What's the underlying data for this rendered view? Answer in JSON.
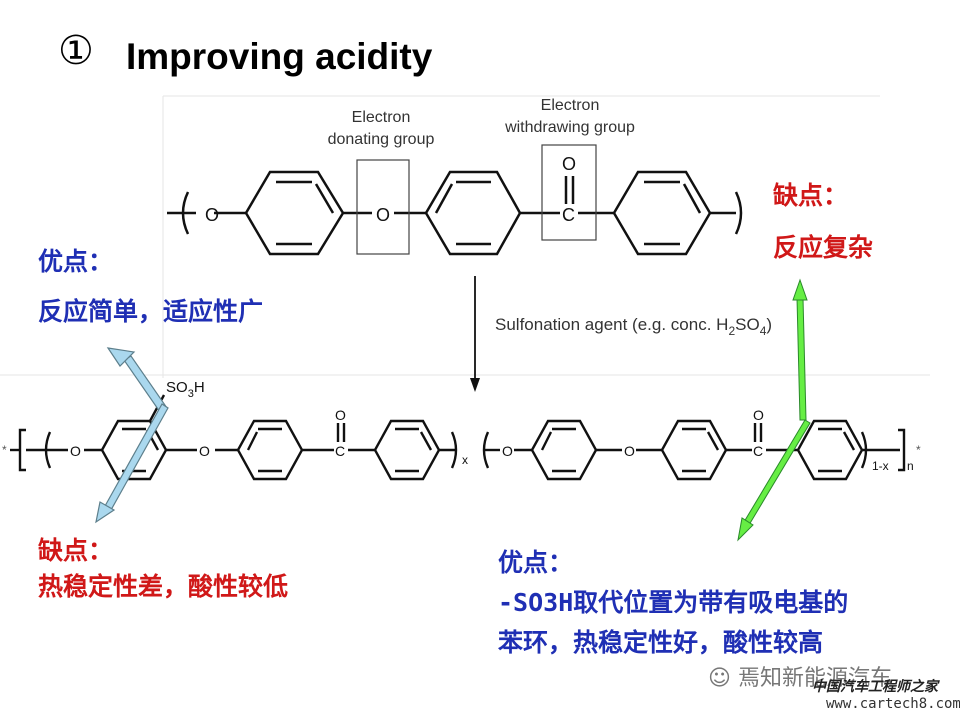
{
  "title": {
    "number": "①",
    "text": "Improving acidity"
  },
  "diagram": {
    "labels": {
      "edg": "Electron",
      "edg2": "donating group",
      "ewg": "Electron",
      "ewg2": "withdrawing group",
      "sulfonation": "Sulfonation agent (e.g. conc. H",
      "so4": "SO",
      "sub2": "2",
      "sub4": "4",
      "close_paren": ")",
      "so3h": "SO",
      "sub3": "3",
      "h": "H",
      "x_sub": "x",
      "onex_sub": "1-x",
      "n_sub": "n",
      "O": "O",
      "C": "C",
      "star": "*"
    }
  },
  "annotations": {
    "adv_left_title": "优点：",
    "adv_left_text": "反应简单，适应性广",
    "dis_right_title": "缺点：",
    "dis_right_text": "反应复杂",
    "dis_left_title": "缺点：",
    "dis_left_text": "热稳定性差，酸性较低",
    "adv_right_title": "优点：",
    "adv_right_line1": "-SO3H取代位置为带有吸电基的",
    "adv_right_line2": "苯环，热稳定性好，酸性较高"
  },
  "watermark": {
    "brand": "焉知新能源汽车",
    "org": "中国汽车工程师之家",
    "site": "www.cartech8.com"
  },
  "colors": {
    "blue": "#1f2fb4",
    "red": "#d01818",
    "green_arrow": "#66ee44",
    "blue_arrow": "#aad8ee"
  }
}
